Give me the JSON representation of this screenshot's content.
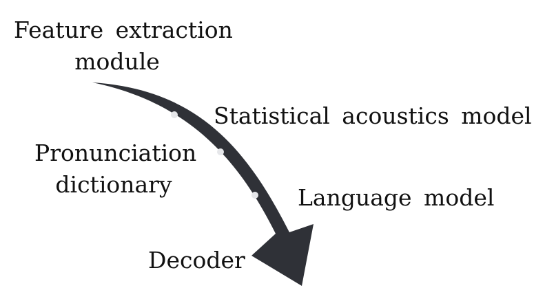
{
  "colors": {
    "arrow": "#2f3137",
    "dot": "#e6e7ea",
    "text": "#111111",
    "background": "#ffffff"
  },
  "labels": {
    "feature_extraction_line1": "Feature extraction",
    "feature_extraction_line2": "module",
    "statistical_acoustics_model": "Statistical acoustics model",
    "pronunciation_dictionary_line1": "Pronunciation",
    "pronunciation_dictionary_line2": "dictionary",
    "language_model": "Language model",
    "decoder": "Decoder"
  }
}
